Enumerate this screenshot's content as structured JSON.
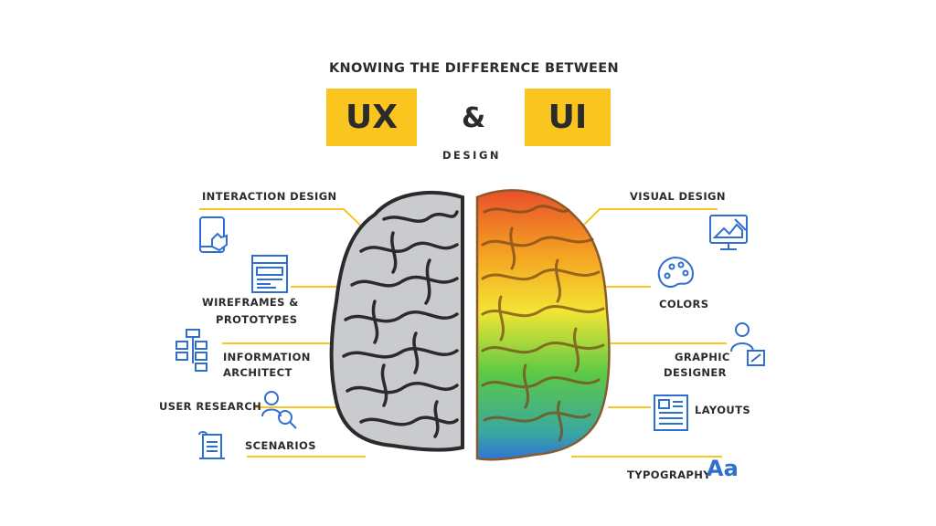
{
  "title": "KNOWING THE DIFFERENCE BETWEEN",
  "badge_left": "UX",
  "ampersand": "&",
  "badge_right": "UI",
  "subtitle": "DESIGN",
  "left_labels": {
    "interaction": "INTERACTION DESIGN",
    "wireframes_1": "WIREFRAMES &",
    "wireframes_2": "PROTOTYPES",
    "info_1": "INFORMATION",
    "info_2": "ARCHITECT",
    "research": "USER RESEARCH",
    "scenarios": "SCENARIOS"
  },
  "right_labels": {
    "visual": "VISUAL DESIGN",
    "colors": "COLORS",
    "graphic_1": "GRAPHIC",
    "graphic_2": "DESIGNER",
    "layouts": "LAYOUTS",
    "typography": "TYPOGRAPHY",
    "typography_icon": "Aa"
  },
  "icons": [
    "tablet-touch-icon",
    "wireframe-icon",
    "sitemap-icon",
    "user-search-icon",
    "document-scroll-icon",
    "monitor-paint-icon",
    "palette-icon",
    "designer-icon",
    "layout-icon",
    "typography-icon"
  ],
  "colors": {
    "accent_yellow": "#f9c51e",
    "icon_blue": "#2f6fd0",
    "brain_gray": "#c9cbce",
    "brain_outline": "#2b2b2b",
    "gradient": [
      "#e8502a",
      "#f5a623",
      "#f2e533",
      "#5cc945",
      "#2f8fd8"
    ]
  }
}
